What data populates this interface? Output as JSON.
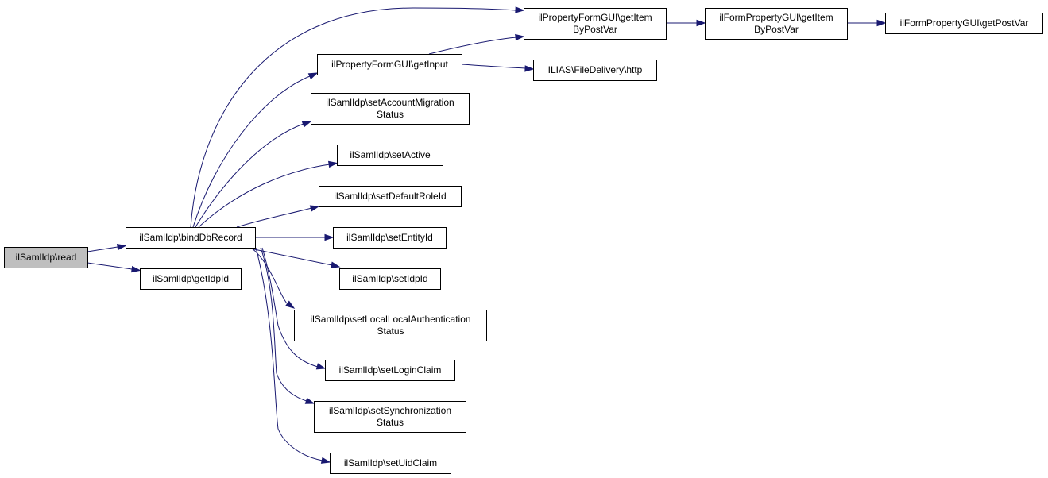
{
  "diagram": {
    "nodes": [
      {
        "id": "read",
        "lines": [
          "ilSamlIdp\\read"
        ],
        "highlighted": true
      },
      {
        "id": "bindDbRecord",
        "lines": [
          "ilSamlIdp\\bindDbRecord"
        ]
      },
      {
        "id": "getIdpId",
        "lines": [
          "ilSamlIdp\\getIdpId"
        ]
      },
      {
        "id": "pfg_getItemByPostVar",
        "lines": [
          "ilPropertyFormGUI\\getItem",
          "ByPostVar"
        ]
      },
      {
        "id": "pfg_getInput",
        "lines": [
          "ilPropertyFormGUI\\getInput"
        ]
      },
      {
        "id": "setAccountMigrationStatus",
        "lines": [
          "ilSamlIdp\\setAccountMigration",
          "Status"
        ]
      },
      {
        "id": "setActive",
        "lines": [
          "ilSamlIdp\\setActive"
        ]
      },
      {
        "id": "setDefaultRoleId",
        "lines": [
          "ilSamlIdp\\setDefaultRoleId"
        ]
      },
      {
        "id": "setEntityId",
        "lines": [
          "ilSamlIdp\\setEntityId"
        ]
      },
      {
        "id": "setIdpId",
        "lines": [
          "ilSamlIdp\\setIdpId"
        ]
      },
      {
        "id": "setLocalLocalAuthenticationStatus",
        "lines": [
          "ilSamlIdp\\setLocalLocalAuthentication",
          "Status"
        ]
      },
      {
        "id": "setLoginClaim",
        "lines": [
          "ilSamlIdp\\setLoginClaim"
        ]
      },
      {
        "id": "setSynchronizationStatus",
        "lines": [
          "ilSamlIdp\\setSynchronization",
          "Status"
        ]
      },
      {
        "id": "setUidClaim",
        "lines": [
          "ilSamlIdp\\setUidClaim"
        ]
      },
      {
        "id": "fileDeliveryHttp",
        "lines": [
          "ILIAS\\FileDelivery\\http"
        ]
      },
      {
        "id": "fpg_getItemByPostVar",
        "lines": [
          "ilFormPropertyGUI\\getItem",
          "ByPostVar"
        ]
      },
      {
        "id": "fpg_getPostVar",
        "lines": [
          "ilFormPropertyGUI\\getPostVar"
        ]
      }
    ],
    "edges": [
      {
        "from": "read",
        "to": "bindDbRecord"
      },
      {
        "from": "read",
        "to": "getIdpId"
      },
      {
        "from": "bindDbRecord",
        "to": "pfg_getItemByPostVar"
      },
      {
        "from": "bindDbRecord",
        "to": "pfg_getInput"
      },
      {
        "from": "bindDbRecord",
        "to": "setAccountMigrationStatus"
      },
      {
        "from": "bindDbRecord",
        "to": "setActive"
      },
      {
        "from": "bindDbRecord",
        "to": "setDefaultRoleId"
      },
      {
        "from": "bindDbRecord",
        "to": "setEntityId"
      },
      {
        "from": "bindDbRecord",
        "to": "setIdpId"
      },
      {
        "from": "bindDbRecord",
        "to": "setLocalLocalAuthenticationStatus"
      },
      {
        "from": "bindDbRecord",
        "to": "setLoginClaim"
      },
      {
        "from": "bindDbRecord",
        "to": "setSynchronizationStatus"
      },
      {
        "from": "bindDbRecord",
        "to": "setUidClaim"
      },
      {
        "from": "pfg_getInput",
        "to": "pfg_getItemByPostVar"
      },
      {
        "from": "pfg_getInput",
        "to": "fileDeliveryHttp"
      },
      {
        "from": "pfg_getItemByPostVar",
        "to": "fpg_getItemByPostVar"
      },
      {
        "from": "fpg_getItemByPostVar",
        "to": "fpg_getPostVar"
      }
    ],
    "colors": {
      "edge": "#191970",
      "highlight_fill": "#bfbfbf",
      "box_fill": "#ffffff",
      "border": "#000000"
    }
  }
}
